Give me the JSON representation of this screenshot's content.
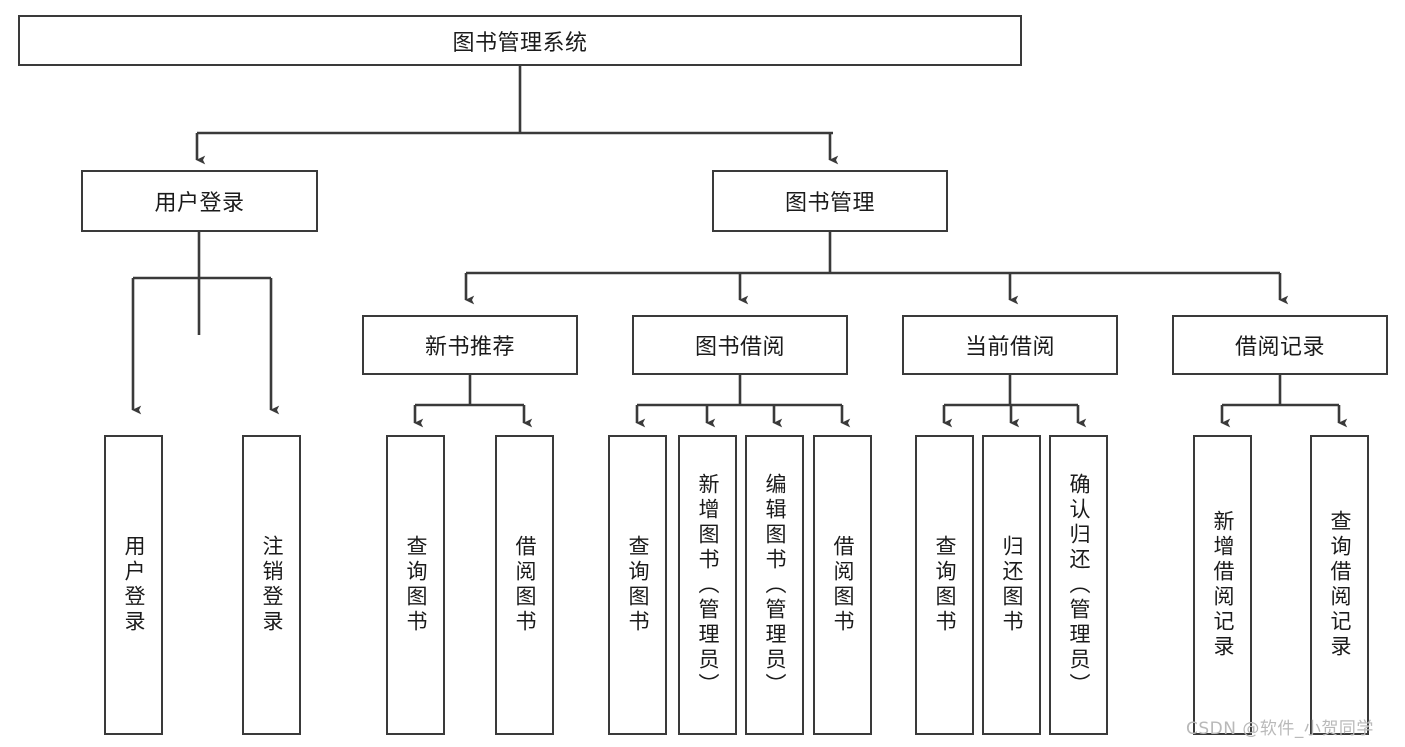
{
  "diagram": {
    "type": "hierarchy-tree",
    "title": "图书管理系统",
    "watermark": "CSDN @软件_小贺同学",
    "colors": {
      "box_border": "#3a3a3a",
      "box_fill": "#ffffff",
      "connector": "#3a3a3a",
      "text": "#1b1b1b",
      "watermark": "#b9b9b9"
    },
    "nodes": {
      "root": {
        "label": "图书管理系统",
        "level": 1,
        "orientation": "horizontal"
      },
      "l2": [
        {
          "id": "user-login",
          "label": "用户登录",
          "level": 2,
          "orientation": "horizontal"
        },
        {
          "id": "book-manage",
          "label": "图书管理",
          "level": 2,
          "orientation": "horizontal"
        }
      ],
      "l3": [
        {
          "id": "new-book-rec",
          "label": "新书推荐",
          "level": 3,
          "orientation": "horizontal"
        },
        {
          "id": "book-borrow",
          "label": "图书借阅",
          "level": 3,
          "orientation": "horizontal"
        },
        {
          "id": "current-borrow",
          "label": "当前借阅",
          "level": 3,
          "orientation": "horizontal"
        },
        {
          "id": "borrow-record",
          "label": "借阅记录",
          "level": 3,
          "orientation": "horizontal"
        }
      ],
      "leaves": {
        "user_login_children": [
          {
            "id": "leaf-user-login",
            "label": "用户登录"
          },
          {
            "id": "leaf-logout",
            "label": "注销登录"
          }
        ],
        "new_book_rec_children": [
          {
            "id": "leaf-query-book-1",
            "label": "查询图书"
          },
          {
            "id": "leaf-borrow-book-1",
            "label": "借阅图书"
          }
        ],
        "book_borrow_children": [
          {
            "id": "leaf-query-book-2",
            "label": "查询图书"
          },
          {
            "id": "leaf-add-book",
            "label": "新增图书（管理员）"
          },
          {
            "id": "leaf-edit-book",
            "label": "编辑图书（管理员）"
          },
          {
            "id": "leaf-borrow-book-2",
            "label": "借阅图书"
          }
        ],
        "current_borrow_children": [
          {
            "id": "leaf-query-book-3",
            "label": "查询图书"
          },
          {
            "id": "leaf-return-book",
            "label": "归还图书"
          },
          {
            "id": "leaf-confirm-return",
            "label": "确认归还（管理员）"
          }
        ],
        "borrow_record_children": [
          {
            "id": "leaf-add-record",
            "label": "新增借阅记录"
          },
          {
            "id": "leaf-query-record",
            "label": "查询借阅记录"
          }
        ]
      }
    }
  }
}
